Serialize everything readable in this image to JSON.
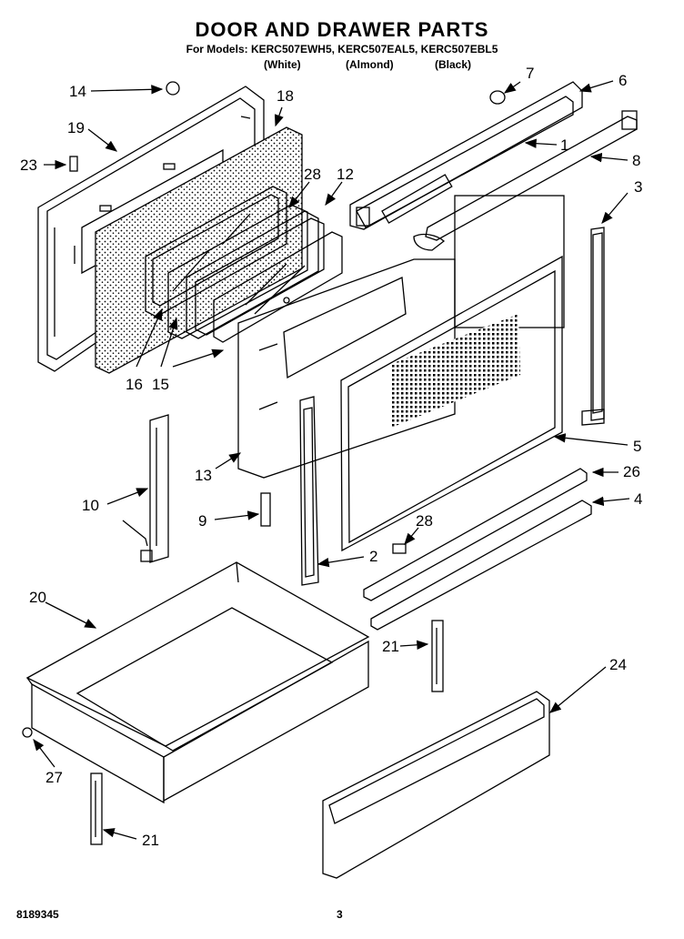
{
  "header": {
    "title": "DOOR AND DRAWER PARTS",
    "models_line": "For Models: KERC507EWH5, KERC507EAL5, KERC507EBL5",
    "variants": [
      "(White)",
      "(Almond)",
      "(Black)"
    ]
  },
  "callouts": [
    "14",
    "19",
    "18",
    "23",
    "7",
    "6",
    "1",
    "8",
    "3",
    "28",
    "12",
    "16",
    "15",
    "13",
    "5",
    "10",
    "9",
    "26",
    "4",
    "28",
    "2",
    "20",
    "21",
    "24",
    "27",
    "21"
  ],
  "footer": {
    "doc_number": "8189345",
    "page_number": "3"
  }
}
